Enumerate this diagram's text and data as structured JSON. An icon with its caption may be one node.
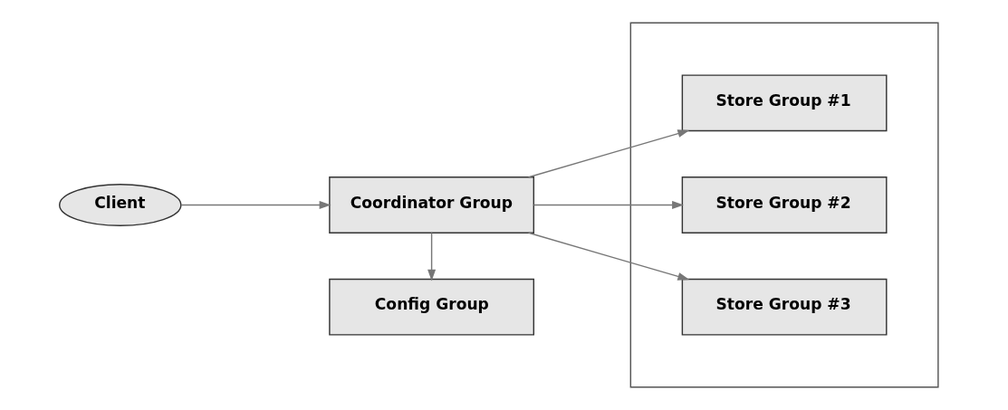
{
  "diagram": {
    "nodes": [
      {
        "text": [
          "Client"
        ]
      },
      {
        "text": [
          "Coordinator Group"
        ]
      },
      {
        "text": [
          "Config Group"
        ]
      },
      {
        "text": [],
        "shape": "box"
      },
      {
        "text": [
          "Store Group #1"
        ],
        "in": 3
      },
      {
        "text": [
          "Store Group #2"
        ],
        "in": 3
      },
      {
        "text": [
          "Store Group #3"
        ],
        "in": 3
      }
    ],
    "edges": [
      {
        "from": 0,
        "to": 1,
        "arrow": "to"
      },
      {
        "from": 1,
        "to": 2,
        "arrow": "to"
      },
      {
        "from": 1,
        "to": 4,
        "arrow": "to"
      },
      {
        "from": 1,
        "to": 5,
        "arrow": "to"
      },
      {
        "from": 1,
        "to": 6,
        "arrow": "to"
      }
    ]
  }
}
